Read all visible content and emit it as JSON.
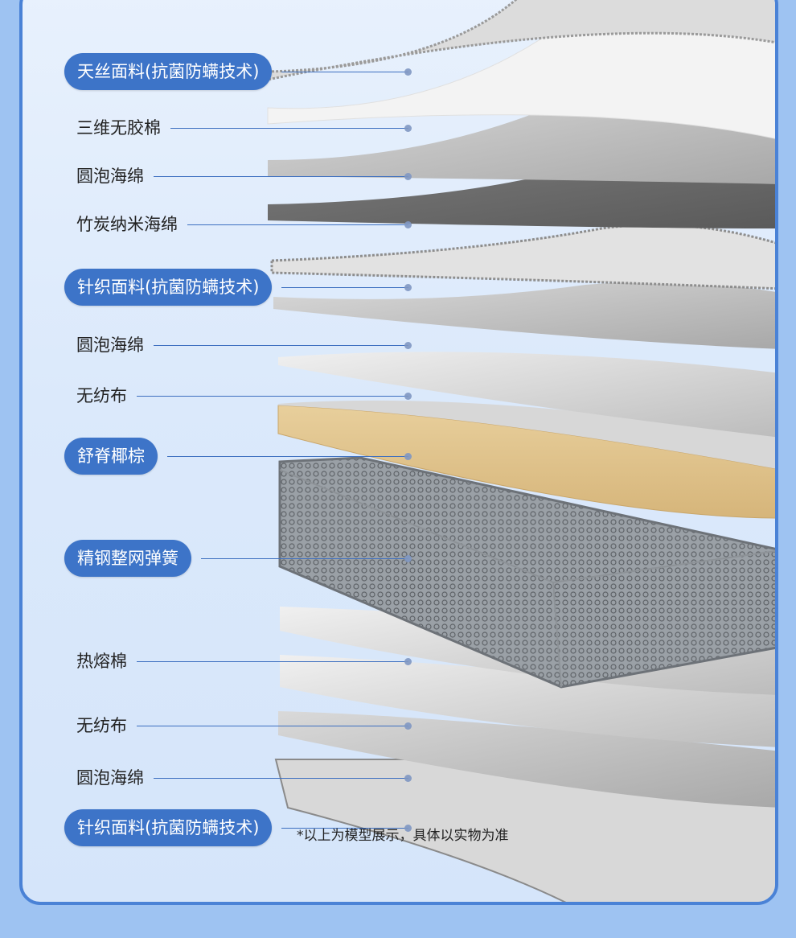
{
  "layers": [
    {
      "text": "天丝面料(抗菌防螨技术)",
      "highlight": true
    },
    {
      "text": "三维无胶棉",
      "highlight": false
    },
    {
      "text": "圆泡海绵",
      "highlight": false
    },
    {
      "text": "竹炭纳米海绵",
      "highlight": false
    },
    {
      "text": "针织面料(抗菌防螨技术)",
      "highlight": true
    },
    {
      "text": "圆泡海绵",
      "highlight": false
    },
    {
      "text": "无纺布",
      "highlight": false
    },
    {
      "text": "舒脊椰棕",
      "highlight": true
    },
    {
      "text": "精钢整网弹簧",
      "highlight": true
    },
    {
      "text": "热熔棉",
      "highlight": false
    },
    {
      "text": "无纺布",
      "highlight": false
    },
    {
      "text": "圆泡海绵",
      "highlight": false
    },
    {
      "text": "针织面料(抗菌防螨技术)",
      "highlight": true
    }
  ],
  "note": "*以上为模型展示，具体以实物为准",
  "colors": {
    "pill": "#3d74c8",
    "frame": "#4a82d6",
    "line": "#3d6fc0"
  }
}
